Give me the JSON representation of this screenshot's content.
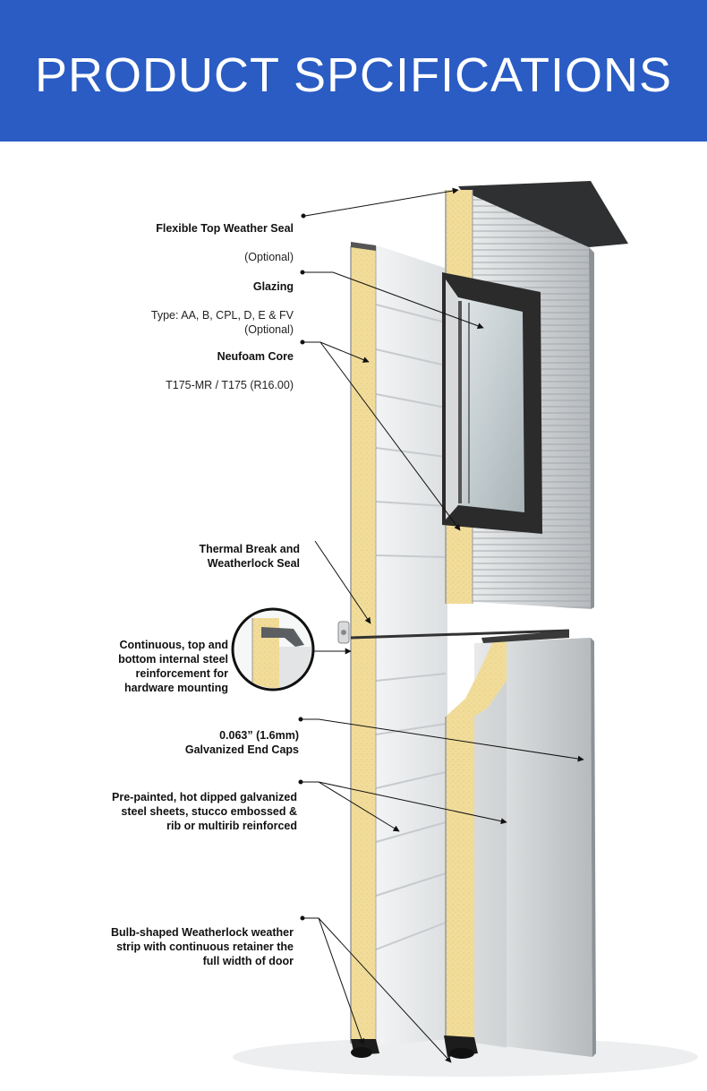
{
  "header": {
    "title": "PRODUCT SPCIFICATIONS",
    "background": "#2a5cc4"
  },
  "callouts": [
    {
      "title": "Flexible Top Weather Seal",
      "sub": "(Optional)"
    },
    {
      "title": "Glazing",
      "sub": "Type: AA, B, CPL, D, E & FV\n(Optional)"
    },
    {
      "title": "Neufoam Core",
      "sub": "T175-MR / T175 (R16.00)"
    },
    {
      "title": "Thermal Break and\nWeatherlock Seal",
      "sub": ""
    },
    {
      "title": "Continuous, top and\nbottom internal steel\nreinforcement for\nhardware mounting",
      "sub": ""
    },
    {
      "title": "0.063” (1.6mm)\nGalvanized End Caps",
      "sub": ""
    },
    {
      "title": "Pre-painted, hot dipped galvanized\nsteel sheets, stucco embossed &\nrib or multirib reinforced",
      "sub": ""
    },
    {
      "title": "Bulb-shaped Weatherlock weather\nstrip with continuous retainer the\nfull width of door",
      "sub": ""
    }
  ],
  "colors": {
    "foam": "#f1dc9a",
    "steel": "#c9ccce",
    "frame": "#2b2b2b"
  }
}
